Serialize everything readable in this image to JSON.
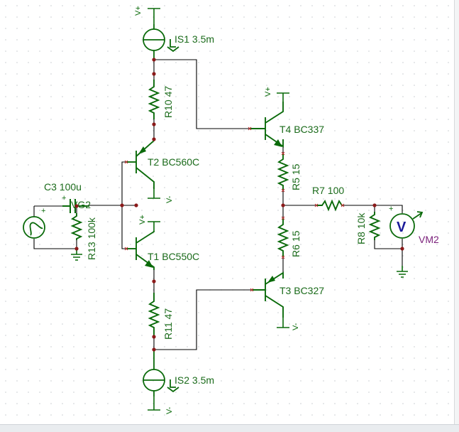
{
  "schematic": {
    "colors": {
      "wire": "#000000",
      "component": "#0a6a0a",
      "label": "#1b6b1b",
      "meter_label": "#7a1f7a",
      "node": "#8b1a1a",
      "pin": "#c03030",
      "grid_dot": "#c8ccd0",
      "background": "#ffffff"
    },
    "labels": {
      "is1": "IS1 3.5m",
      "is2": "IS2 3.5m",
      "r10": "R10 47",
      "r11": "R11 47",
      "r5": "R5 15",
      "r6": "R6 15",
      "r7": "R7 100",
      "r8": "R8 10k",
      "r13": "R13 100k",
      "c3": "C3 100u",
      "t1": "T1 BC550C",
      "t2": "T2 BC560C",
      "t3": "T3 BC327",
      "t4": "T4 BC337",
      "vm2": "VM2",
      "vg2": "VG2"
    },
    "rails": {
      "vplus": "V+",
      "vminus": "V-"
    },
    "symbols": {
      "voltmeter": "V",
      "plus": "+"
    },
    "icons": {
      "current_source": "current-source-icon",
      "voltmeter": "voltmeter-icon",
      "signal_generator": "sine-generator-icon",
      "ground": "ground-icon"
    }
  }
}
